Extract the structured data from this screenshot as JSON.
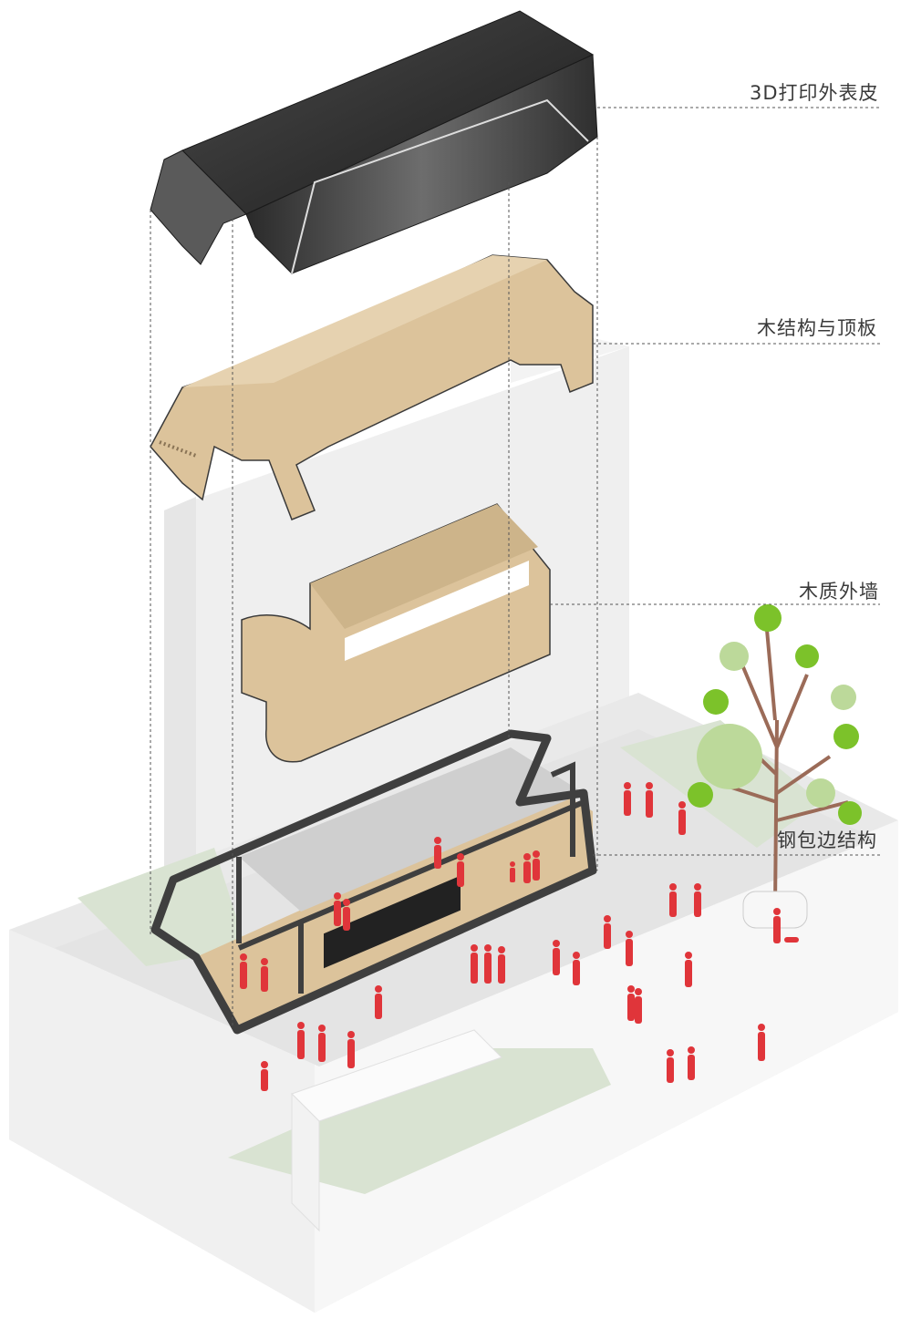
{
  "labels": {
    "skin": "3D打印外表皮",
    "wood_structure": "木结构与顶板",
    "wood_wall": "木质外墙",
    "steel_frame": "钢包边结构"
  },
  "colors": {
    "background": "#ffffff",
    "ground": "#ececec",
    "lawn": "#d9e3d2",
    "wood": "#dcc39b",
    "skin_dark": "#262626",
    "steel": "#3f3f3f",
    "people": "#e0353a",
    "tree_leaf": "#7cc22a",
    "tree_trunk": "#9b6b58",
    "leader_line": "#555555"
  }
}
